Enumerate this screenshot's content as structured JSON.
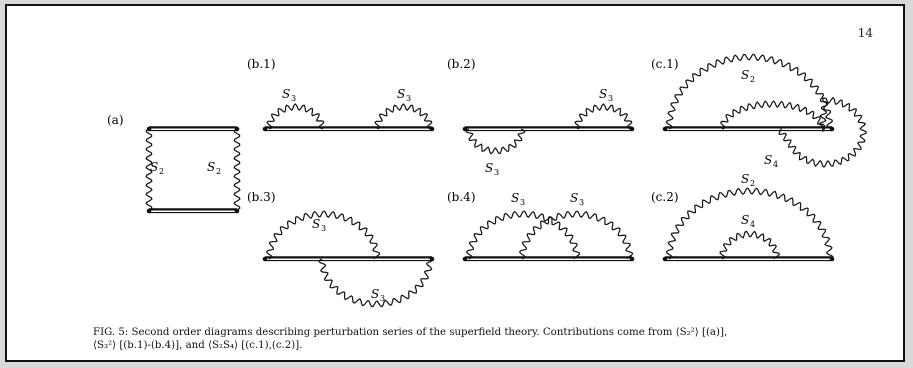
{
  "page_number": "14",
  "diagram_labels": {
    "a": "(a)",
    "b1": "(b.1)",
    "b2": "(b.2)",
    "b3": "(b.3)",
    "b4": "(b.4)",
    "c1": "(c.1)",
    "c2": "(c.2)"
  },
  "propagator_labels": {
    "s2": "S",
    "s3": "S",
    "s4": "S",
    "sub2": "2",
    "sub3": "3",
    "sub4": "4"
  },
  "caption": {
    "prefix": "FIG. 5:",
    "line1": "Second order diagrams describing perturbation series of the superfield theory.  Contributions come from ⟨S₂²⟩ [(a)],",
    "line2": "⟨S₃²⟩ [(b.1)-(b.4)], and ⟨S₂S₄⟩ [(c.1),(c.2)]."
  }
}
